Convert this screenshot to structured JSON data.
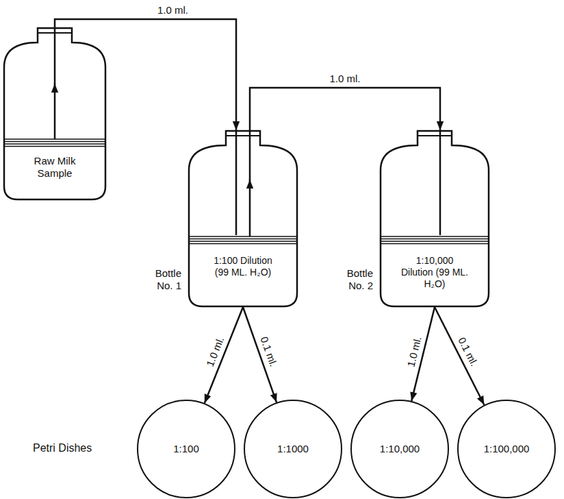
{
  "diagram": {
    "nodes": [
      {
        "text": [
          "Raw Milk Sample"
        ]
      },
      {
        "text": [
          "Bottle No. 1",
          "1:100 Dilution (99 ML. H₂O)"
        ]
      },
      {
        "text": [
          "Bottle No. 2",
          "1:10,000 Dilution (99 ML. H₂O)"
        ]
      },
      {
        "text": [
          "1:100"
        ]
      },
      {
        "text": [
          "1:1000"
        ]
      },
      {
        "text": [
          "1:10,000"
        ]
      },
      {
        "text": [
          "1:100,000"
        ]
      }
    ],
    "edges": [
      {
        "from": 0,
        "to": 1,
        "arrow": "to",
        "label": "1.0 ml."
      },
      {
        "from": 1,
        "to": 2,
        "arrow": "to",
        "label": "1.0 ml."
      },
      {
        "from": 1,
        "to": 3,
        "arrow": "to",
        "label": "1.0 ml."
      },
      {
        "from": 1,
        "to": 4,
        "arrow": "to",
        "label": "0.1 ml."
      },
      {
        "from": 2,
        "to": 5,
        "arrow": "to",
        "label": "1.0 ml."
      },
      {
        "from": 2,
        "to": 6,
        "arrow": "to",
        "label": "0.1 ml."
      }
    ],
    "labels": [
      "Petri Dishes"
    ]
  }
}
